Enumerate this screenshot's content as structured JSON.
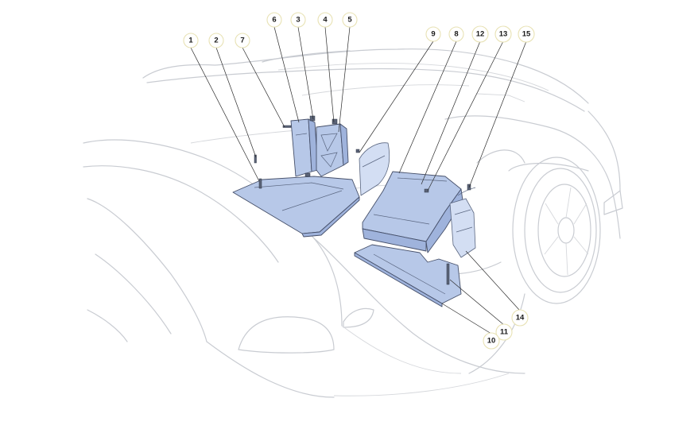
{
  "callouts": [
    {
      "id": "1",
      "label": "1"
    },
    {
      "id": "2",
      "label": "2"
    },
    {
      "id": "7",
      "label": "7"
    },
    {
      "id": "6",
      "label": "6"
    },
    {
      "id": "3",
      "label": "3"
    },
    {
      "id": "4",
      "label": "4"
    },
    {
      "id": "5",
      "label": "5"
    },
    {
      "id": "9",
      "label": "9"
    },
    {
      "id": "8",
      "label": "8"
    },
    {
      "id": "12",
      "label": "12"
    },
    {
      "id": "13",
      "label": "13"
    },
    {
      "id": "15",
      "label": "15"
    },
    {
      "id": "14",
      "label": "14"
    },
    {
      "id": "11",
      "label": "11"
    },
    {
      "id": "10",
      "label": "10"
    }
  ],
  "colors": {
    "part_fill": "#b7c8e8",
    "car_outline": "#c9ccd2",
    "callout_ring": "#e8e2b4"
  }
}
